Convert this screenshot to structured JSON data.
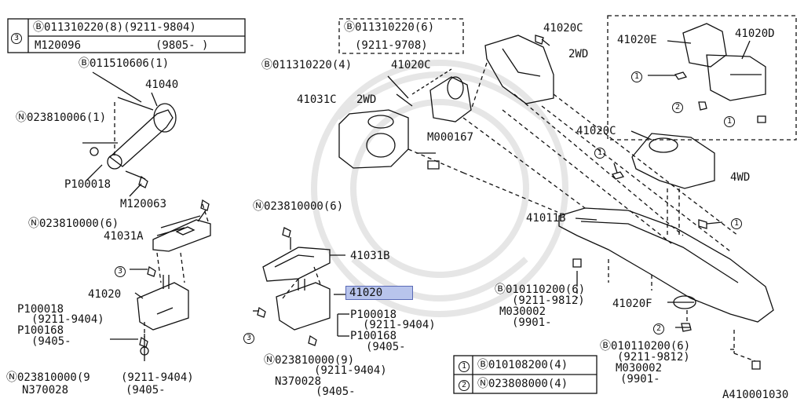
{
  "diagram_id": "A410001030",
  "top_left_table": {
    "row1_part": "Ⓑ011310220(8)(9211-9804)",
    "row2_part": "M120096",
    "row2_range": "(9805-   )",
    "ref": "3"
  },
  "labels": {
    "l_011510606": "Ⓑ011510606(1)",
    "l_41040": "41040",
    "l_023810006": "Ⓝ023810006(1)",
    "l_P100018a": "P100018",
    "l_M120063": "M120063",
    "l_023810000_6_left": "Ⓝ023810000(6)",
    "l_41031A": "41031A",
    "l_ref3_left": "3",
    "l_41020_left": "41020",
    "l_P100018_left": "P100018",
    "l_9211_9404_left": "(9211-9404)",
    "l_P100168_left": "P100168",
    "l_9405_left": "(9405-",
    "l_023810000_9_left": "Ⓝ023810000(9",
    "l_9211_9404_left2": "(9211-9404)",
    "l_N370028_left": "N370028",
    "l_9405_left2": "(9405-",
    "l_011310220_6": "Ⓑ011310220(6)",
    "l_9211_9708": "(9211-9708)",
    "l_011310220_4": "Ⓑ011310220(4)",
    "l_41020C_mid": "41020C",
    "l_41031C": "41031C",
    "l_2WD_mid": "2WD",
    "l_M000167": "M000167",
    "l_023810000_6_mid": "Ⓝ023810000(6)",
    "l_41031B": "41031B",
    "l_41020_mid": "41020",
    "l_P100018_mid": "P100018",
    "l_9211_9404_mid": "(9211-9404)",
    "l_P100168_mid": "P100168",
    "l_9405_mid": "(9405-",
    "l_ref3_mid": "3",
    "l_023810000_9_mid": "Ⓝ023810000(9)",
    "l_9211_9404_mid2": "(9211-9404)",
    "l_N370028_mid": "N370028",
    "l_9405_mid2": "(9405-",
    "l_41020C_top": "41020C",
    "l_2WD_right": "2WD",
    "l_41020E": "41020E",
    "l_41020D": "41020D",
    "l_ref1_a": "1",
    "l_ref2_a": "2",
    "l_ref1_b": "1",
    "l_41020C_right": "41020C",
    "l_ref1_c": "1",
    "l_4WD": "4WD",
    "l_41011B": "41011B",
    "l_ref1_d": "1",
    "l_010110200_6_a": "Ⓑ010110200(6)",
    "l_9211_9812_a": "(9211-9812)",
    "l_M030002_a": "M030002",
    "l_9901_a": "(9901-",
    "l_41020F": "41020F",
    "l_ref2_b": "2",
    "l_010110200_6_b": "Ⓑ010110200(6)",
    "l_9211_9812_b": "(9211-9812)",
    "l_M030002_b": "M030002",
    "l_9901_b": "(9901-"
  },
  "legend_table": {
    "row1_ref": "1",
    "row1_part": "Ⓑ010108200(4)",
    "row2_ref": "2",
    "row2_part": "Ⓝ023808000(4)"
  },
  "colors": {
    "highlight_fill": "#b8c4ec",
    "highlight_border": "#5a6ab6",
    "line": "#111111",
    "watermark": "#e8e8e8"
  }
}
